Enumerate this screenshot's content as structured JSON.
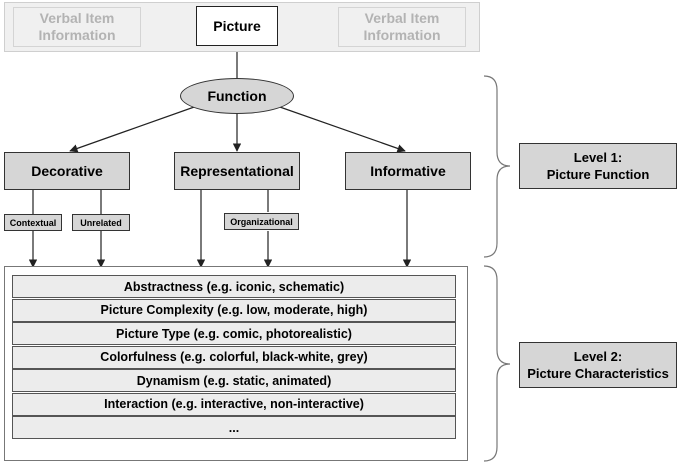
{
  "top": {
    "verbal_left": "Verbal Item\nInformation",
    "picture": "Picture",
    "verbal_right": "Verbal Item\nInformation"
  },
  "function": "Function",
  "categories": {
    "decorative": "Decorative",
    "representational": "Representational",
    "informative": "Informative"
  },
  "subcategories": {
    "contextual": "Contextual",
    "unrelated": "Unrelated",
    "organizational": "Organizational"
  },
  "levels": {
    "level1": "Level 1:\nPicture Function",
    "level2": "Level 2:\nPicture Characteristics"
  },
  "characteristics": [
    "Abstractness (e.g. iconic, schematic)",
    "Picture Complexity (e.g. low, moderate, high)",
    "Picture Type (e.g. comic, photorealistic)",
    "Colorfulness (e.g. colorful, black-white, grey)",
    "Dynamism (e.g. static, animated)",
    "Interaction (e.g. interactive, non-interactive)",
    "..."
  ],
  "colors": {
    "box_fill": "#d6d6d6",
    "faded_text": "#b3b3b3",
    "line": "#222222"
  }
}
